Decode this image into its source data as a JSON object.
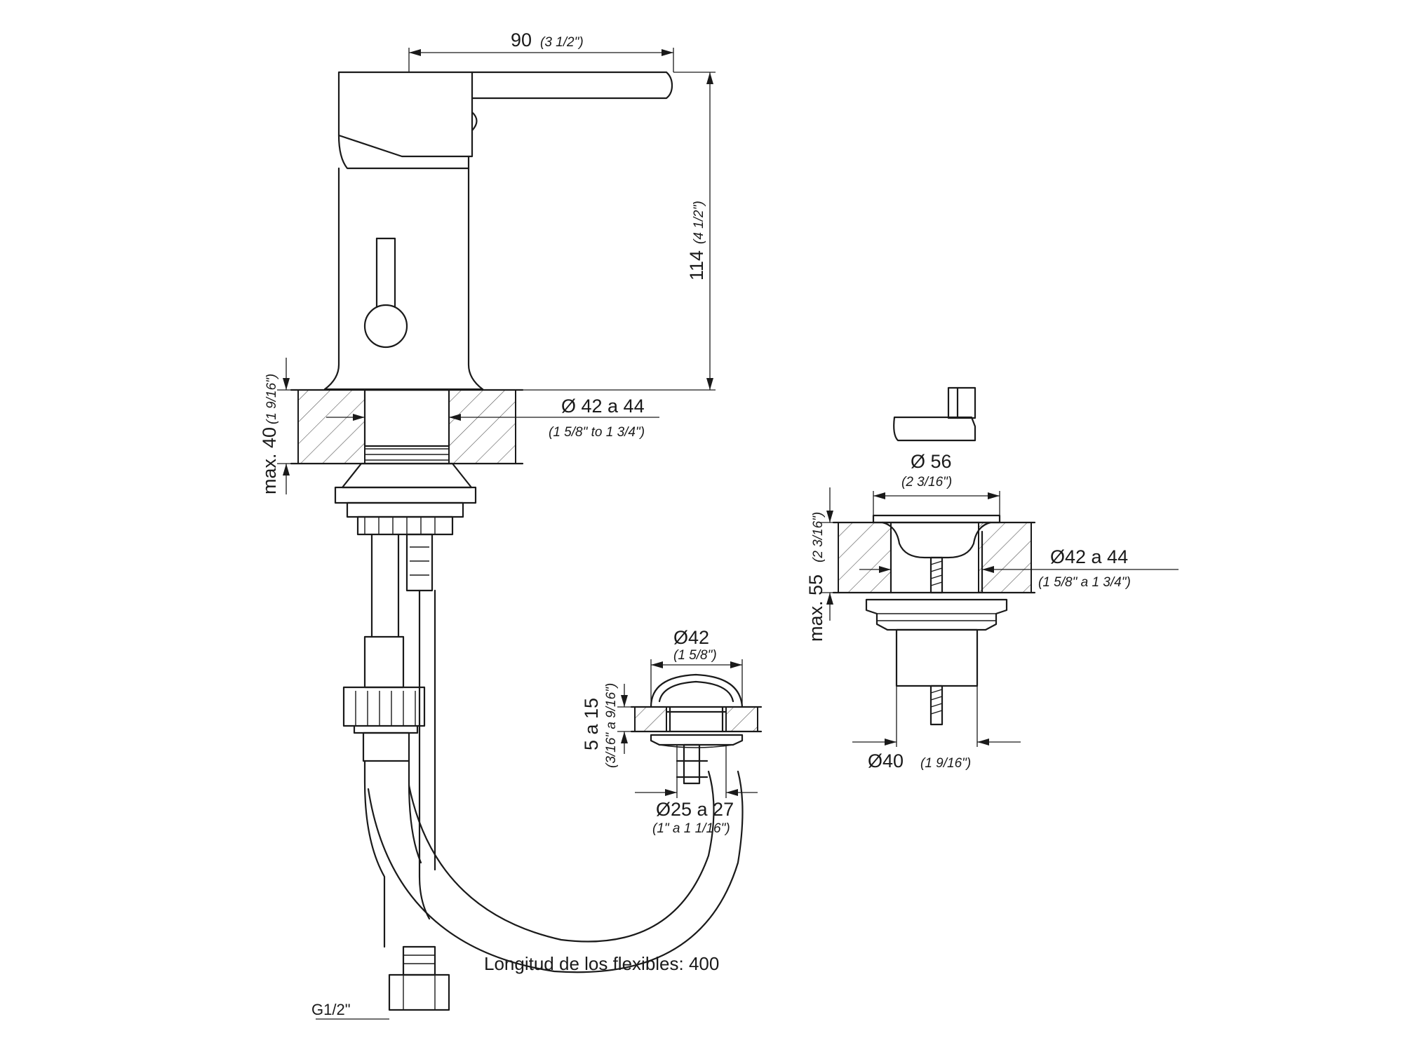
{
  "labels": {
    "width": "90",
    "width_in": "(3 1/2\")",
    "height": "114",
    "height_in": "(4 1/2\")",
    "max40": "max. 40",
    "max40_in": "(1 9/16\")",
    "hole_tap": "Ø 42 a 44",
    "hole_tap_in": "(1 5/8\" to 1 3/4\")",
    "d56": "Ø 56",
    "d56_in": "(2 3/16\")",
    "max55": "max. 55",
    "max55_in": "(2 3/16\")",
    "hole_drain": "Ø42 a 44",
    "hole_drain_in": "(1 5/8\" a 1 3/4\")",
    "d40": "Ø40",
    "d40_in": "(1 9/16\")",
    "d42": "Ø42",
    "d42_in": "(1 5/8\")",
    "r5a15": "5 a 15",
    "r5a15_in": "(3/16\" a 9/16\")",
    "d25": "Ø25 a 27",
    "d25_in": "(1\" a 1 1/16\")",
    "flex": "Longitud de los flexibles: 400",
    "g12": "G1/2\""
  }
}
